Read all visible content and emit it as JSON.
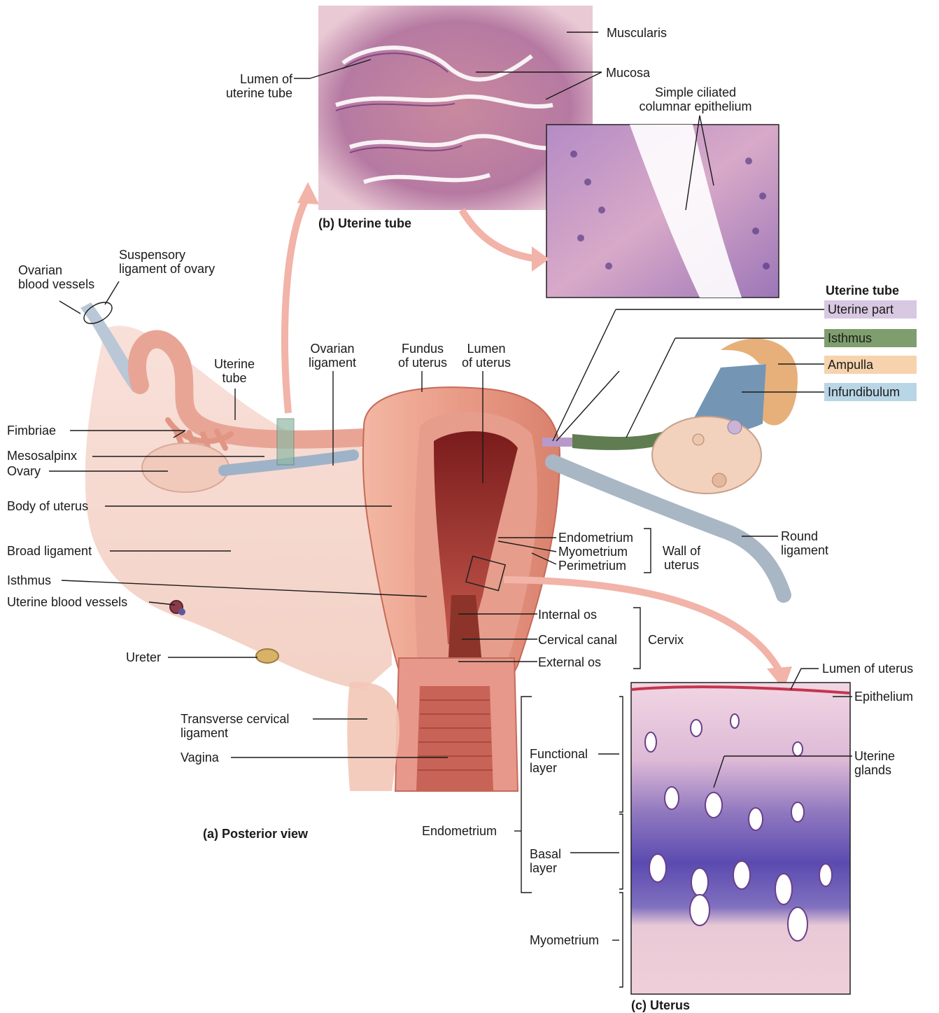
{
  "panels": {
    "a_caption": "(a) Posterior view",
    "b_caption": "(b) Uterine tube",
    "c_caption": "(c) Uterus"
  },
  "labels_a": {
    "ovarian_blood_vessels": "Ovarian\nblood vessels",
    "suspensory_ligament": "Suspensory\nligament of ovary",
    "uterine_tube": "Uterine\ntube",
    "ovarian_ligament": "Ovarian\nligament",
    "fundus": "Fundus\nof uterus",
    "lumen_of_uterus": "Lumen\nof uterus",
    "fimbriae": "Fimbriae",
    "mesosalpinx": "Mesosalpinx",
    "ovary": "Ovary",
    "body_of_uterus": "Body of uterus",
    "broad_ligament": "Broad ligament",
    "isthmus": "Isthmus",
    "uterine_blood_vessels": "Uterine blood vessels",
    "ureter": "Ureter",
    "transverse_cervical": "Transverse cervical\nligament",
    "vagina": "Vagina",
    "endometrium": "Endometrium",
    "myometrium": "Myometrium",
    "perimetrium": "Perimetrium",
    "wall_of_uterus": "Wall of\nuterus",
    "round_ligament": "Round\nligament",
    "internal_os": "Internal os",
    "cervical_canal": "Cervical canal",
    "external_os": "External os",
    "cervix": "Cervix"
  },
  "labels_b": {
    "muscularis": "Muscularis",
    "lumen_of_uterine_tube": "Lumen of\nuterine tube",
    "mucosa": "Mucosa",
    "simple_ciliated": "Simple ciliated\ncolumnar epithelium"
  },
  "uterine_tube_key": {
    "title": "Uterine tube",
    "items": [
      {
        "label": "Uterine part",
        "color": "#d8c8e2"
      },
      {
        "label": "Isthmus",
        "color": "#7f9e6e"
      },
      {
        "label": "Ampulla",
        "color": "#f6d3ad"
      },
      {
        "label": "Infundibulum",
        "color": "#b9d6e6"
      }
    ]
  },
  "labels_c": {
    "lumen_of_uterus": "Lumen of uterus",
    "epithelium": "Epithelium",
    "uterine_glands": "Uterine\nglands",
    "functional_layer": "Functional\nlayer",
    "endometrium": "Endometrium",
    "basal_layer": "Basal\nlayer",
    "myometrium": "Myometrium"
  }
}
